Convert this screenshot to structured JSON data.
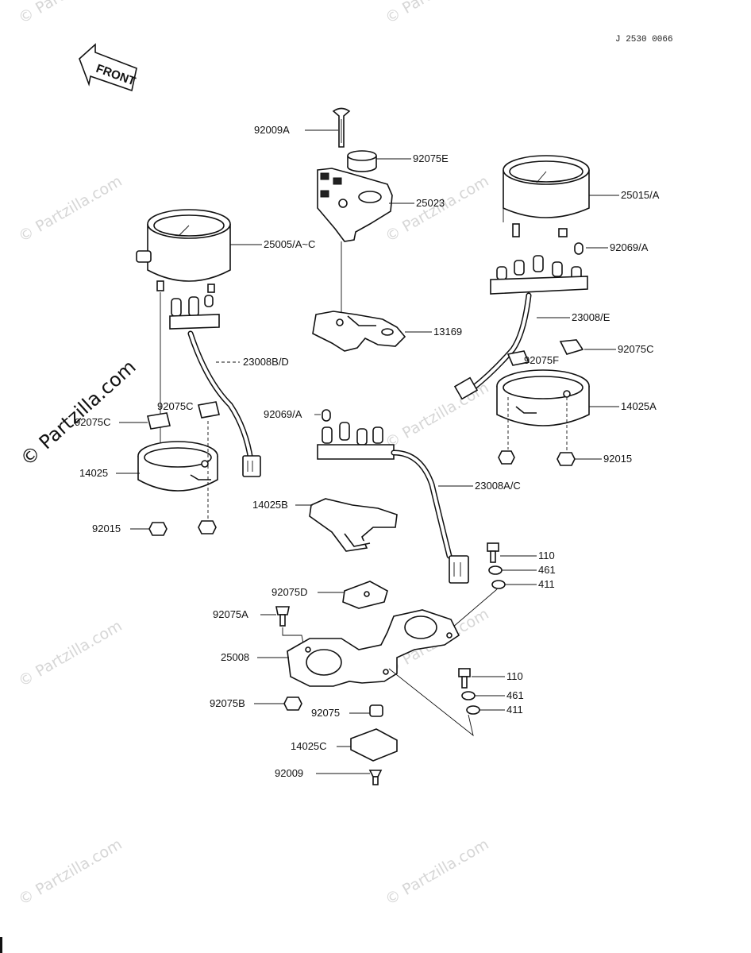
{
  "diagram_code": "J 2530 0066",
  "front_label": "FRONT",
  "watermark_main": "© Partzilla.com",
  "watermark_faint": "© Partzilla.com",
  "part_labels": {
    "p92009A": "92009A",
    "p92075E": "92075E",
    "p25023": "25023",
    "p25015A": "25015/A",
    "p25005": "25005/A~C",
    "p92069A_right": "92069/A",
    "p23008E": "23008/E",
    "p13169": "13169",
    "p23008BD": "23008B/D",
    "p92075C_right": "92075C",
    "p92075F": "92075F",
    "p92075C_left_a": "92075C",
    "p92075C_left_b": "92075C",
    "p92069A_center": "92069/A",
    "p14025A": "14025A",
    "p14025": "14025",
    "p92015_right": "92015",
    "p23008AC": "23008A/C",
    "p14025B": "14025B",
    "p92015_left": "92015",
    "p110_upper": "110",
    "p461_upper": "461",
    "p411_upper": "411",
    "p92075D": "92075D",
    "p92075A": "92075A",
    "p25008": "25008",
    "p110_lower": "110",
    "p461_lower": "461",
    "p411_lower": "411",
    "p92075B": "92075B",
    "p92075": "92075",
    "p14025C": "14025C",
    "p92009": "92009"
  }
}
